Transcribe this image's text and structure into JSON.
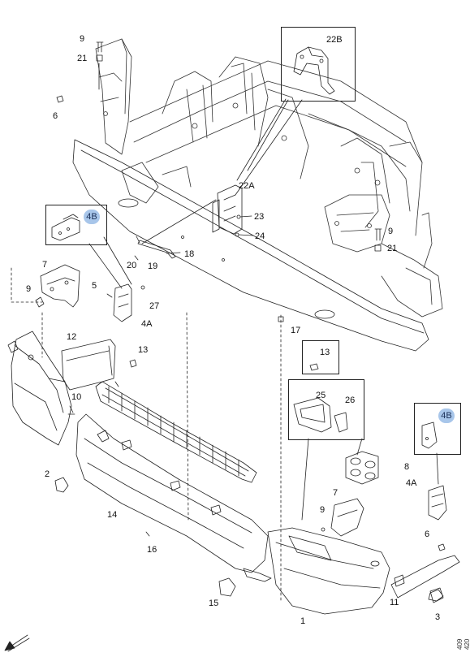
{
  "callouts": {
    "c9a": "9",
    "c21a": "21",
    "c6a": "6",
    "c22b": "22B",
    "c22a": "22A",
    "c23": "23",
    "c24": "24",
    "c9b": "9",
    "c21b": "21",
    "c4b_left": "4B",
    "c7a": "7",
    "c9c": "9",
    "c5": "5",
    "c27": "27",
    "c4a_left": "4A",
    "c20": "20",
    "c19": "19",
    "c18": "18",
    "c17": "17",
    "c12": "12",
    "c13a": "13",
    "c13b": "13",
    "c10": "10",
    "c2": "2",
    "c14": "14",
    "c16": "16",
    "c15": "15",
    "c25": "25",
    "c26": "26",
    "c8": "8",
    "c7b": "7",
    "c9d": "9",
    "c4b_right": "4B",
    "c4a_right": "4A",
    "c6b": "6",
    "c11": "11",
    "c1": "1",
    "c3": "3"
  },
  "drawing_number": "409 420",
  "colors": {
    "line": "#222222",
    "badge": "#a8c6ea",
    "badge_text": "#1a2f57"
  }
}
